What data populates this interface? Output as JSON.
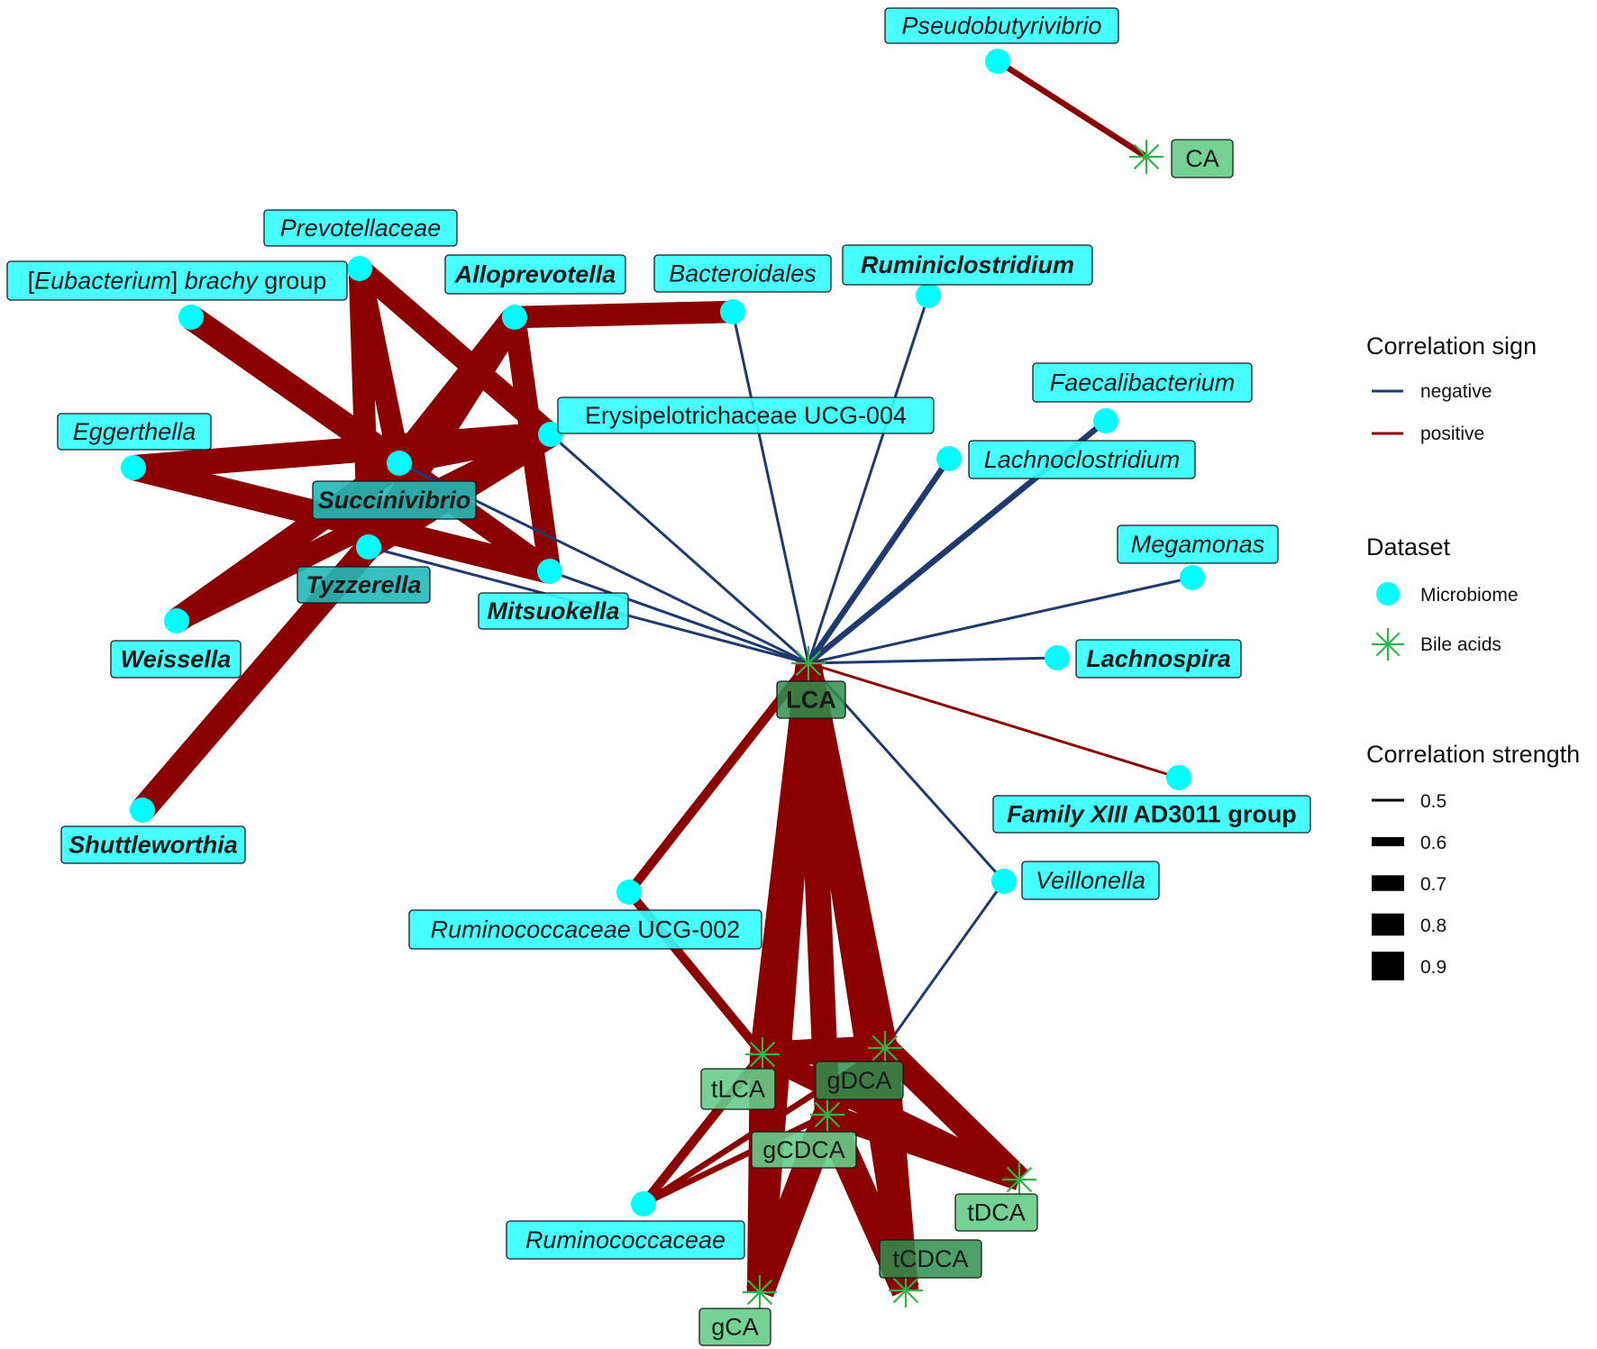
{
  "colors": {
    "negative": "#1f3a6e",
    "positive": "#8b0000",
    "microbe_fill": "#00ffff",
    "microbe_label_fill": "#33ffff",
    "bile_marker": "#2fb34a",
    "bile_label_fill": "#66cc88",
    "bile_label_dark": "#2f8f4e"
  },
  "legend": {
    "sign_title": "Correlation sign",
    "sign_items": [
      {
        "key": "negative",
        "label": "negative"
      },
      {
        "key": "positive",
        "label": "positive"
      }
    ],
    "dataset_title": "Dataset",
    "dataset_items": [
      {
        "key": "microbe",
        "label": "Microbiome"
      },
      {
        "key": "bile",
        "label": "Bile acids"
      }
    ],
    "strength_title": "Correlation strength",
    "strength_items": [
      "0.5",
      "0.6",
      "0.7",
      "0.8",
      "0.9"
    ]
  },
  "nodes": [
    {
      "id": "pseudo",
      "type": "microbe",
      "label": [
        {
          "t": "Pseudobutyrivibrio",
          "i": true,
          "b": false
        }
      ]
    },
    {
      "id": "CA",
      "type": "bile",
      "label": [
        {
          "t": "CA",
          "i": false,
          "b": false
        }
      ]
    },
    {
      "id": "prev",
      "type": "microbe",
      "label": [
        {
          "t": "Prevotellaceae",
          "i": true,
          "b": false
        }
      ]
    },
    {
      "id": "eubac",
      "type": "microbe",
      "label": [
        {
          "t": "[",
          "i": false,
          "b": false
        },
        {
          "t": "Eubacterium",
          "i": true,
          "b": false
        },
        {
          "t": "] ",
          "i": false,
          "b": false
        },
        {
          "t": "brachy",
          "i": true,
          "b": false
        },
        {
          "t": " group",
          "i": false,
          "b": false
        }
      ]
    },
    {
      "id": "allo",
      "type": "microbe",
      "label": [
        {
          "t": "Alloprevotella",
          "i": true,
          "b": true
        }
      ]
    },
    {
      "id": "bacter",
      "type": "microbe",
      "label": [
        {
          "t": "Bacteroidales",
          "i": true,
          "b": false
        }
      ]
    },
    {
      "id": "rumin",
      "type": "microbe",
      "label": [
        {
          "t": "Ruminiclostridium",
          "i": true,
          "b": true
        }
      ]
    },
    {
      "id": "erysip",
      "type": "microbe",
      "label": [
        {
          "t": "Erysipelotrichaceae UCG-004",
          "i": false,
          "b": false
        }
      ]
    },
    {
      "id": "faecal",
      "type": "microbe",
      "label": [
        {
          "t": "Faecalibacterium",
          "i": true,
          "b": false
        }
      ]
    },
    {
      "id": "lachnoc",
      "type": "microbe",
      "label": [
        {
          "t": "Lachnoclostridium",
          "i": true,
          "b": false
        }
      ]
    },
    {
      "id": "egger",
      "type": "microbe",
      "label": [
        {
          "t": "Eggerthella",
          "i": true,
          "b": false
        }
      ]
    },
    {
      "id": "succ",
      "type": "microbe",
      "label": [
        {
          "t": "Succinivibrio",
          "i": true,
          "b": true
        }
      ]
    },
    {
      "id": "tyzz",
      "type": "microbe",
      "label": [
        {
          "t": "Tyzzerella",
          "i": true,
          "b": true
        }
      ]
    },
    {
      "id": "mitsu",
      "type": "microbe",
      "label": [
        {
          "t": "Mitsuokella",
          "i": true,
          "b": true
        }
      ]
    },
    {
      "id": "mega",
      "type": "microbe",
      "label": [
        {
          "t": "Megamonas",
          "i": true,
          "b": false
        }
      ]
    },
    {
      "id": "lachnos",
      "type": "microbe",
      "label": [
        {
          "t": "Lachnospira",
          "i": true,
          "b": true
        }
      ]
    },
    {
      "id": "weiss",
      "type": "microbe",
      "label": [
        {
          "t": "Weissella",
          "i": true,
          "b": true
        }
      ]
    },
    {
      "id": "LCA",
      "type": "bile",
      "label": [
        {
          "t": "LCA",
          "i": false,
          "b": true
        }
      ]
    },
    {
      "id": "fam13",
      "type": "microbe",
      "label": [
        {
          "t": "Family XIII",
          "i": true,
          "b": true
        },
        {
          "t": " AD3011 group",
          "i": false,
          "b": true
        }
      ]
    },
    {
      "id": "shuttle",
      "type": "microbe",
      "label": [
        {
          "t": "Shuttleworthia",
          "i": true,
          "b": true
        }
      ]
    },
    {
      "id": "veill",
      "type": "microbe",
      "label": [
        {
          "t": "Veillonella",
          "i": true,
          "b": false
        }
      ]
    },
    {
      "id": "rucg",
      "type": "microbe",
      "label": [
        {
          "t": "Ruminococcaceae",
          "i": true,
          "b": false
        },
        {
          "t": " UCG-002",
          "i": false,
          "b": false
        }
      ]
    },
    {
      "id": "tLCA",
      "type": "bile",
      "label": [
        {
          "t": "tLCA",
          "i": false,
          "b": false
        }
      ]
    },
    {
      "id": "gDCA",
      "type": "bile",
      "label": [
        {
          "t": "gDCA",
          "i": false,
          "b": false
        }
      ]
    },
    {
      "id": "gCDCA",
      "type": "bile",
      "label": [
        {
          "t": "gCDCA",
          "i": false,
          "b": false
        }
      ]
    },
    {
      "id": "tDCA",
      "type": "bile",
      "label": [
        {
          "t": "tDCA",
          "i": false,
          "b": false
        }
      ]
    },
    {
      "id": "rumfam",
      "type": "microbe",
      "label": [
        {
          "t": "Ruminococcaceae",
          "i": true,
          "b": false
        }
      ]
    },
    {
      "id": "tCDCA",
      "type": "bile",
      "label": [
        {
          "t": "tCDCA",
          "i": false,
          "b": false
        }
      ]
    },
    {
      "id": "gCA",
      "type": "bile",
      "label": [
        {
          "t": "gCA",
          "i": false,
          "b": false
        }
      ]
    }
  ],
  "edges": [
    {
      "a": "pseudo",
      "b": "CA",
      "sign": "positive",
      "w": 0.55
    },
    {
      "a": "eubac",
      "b": "succ",
      "sign": "positive",
      "w": 0.85
    },
    {
      "a": "eubac",
      "b": "mitsu",
      "sign": "positive",
      "w": 0.8
    },
    {
      "a": "prev",
      "b": "succ",
      "sign": "positive",
      "w": 0.8
    },
    {
      "a": "prev",
      "b": "erysip",
      "sign": "positive",
      "w": 0.8
    },
    {
      "a": "prev",
      "b": "tyzz",
      "sign": "positive",
      "w": 0.8
    },
    {
      "a": "allo",
      "b": "bacter",
      "sign": "positive",
      "w": 0.8
    },
    {
      "a": "allo",
      "b": "succ",
      "sign": "positive",
      "w": 0.85
    },
    {
      "a": "allo",
      "b": "mitsu",
      "sign": "positive",
      "w": 0.8
    },
    {
      "a": "allo",
      "b": "tyzz",
      "sign": "positive",
      "w": 0.85
    },
    {
      "a": "egger",
      "b": "erysip",
      "sign": "positive",
      "w": 0.85
    },
    {
      "a": "egger",
      "b": "mitsu",
      "sign": "positive",
      "w": 0.85
    },
    {
      "a": "succ",
      "b": "erysip",
      "sign": "positive",
      "w": 0.8
    },
    {
      "a": "succ",
      "b": "mitsu",
      "sign": "positive",
      "w": 0.8
    },
    {
      "a": "tyzz",
      "b": "erysip",
      "sign": "positive",
      "w": 0.85
    },
    {
      "a": "weiss",
      "b": "succ",
      "sign": "positive",
      "w": 0.85
    },
    {
      "a": "weiss",
      "b": "erysip",
      "sign": "positive",
      "w": 0.8
    },
    {
      "a": "shuttle",
      "b": "tyzz",
      "sign": "positive",
      "w": 0.85
    },
    {
      "a": "bacter",
      "b": "LCA",
      "sign": "negative",
      "w": 0.5
    },
    {
      "a": "rumin",
      "b": "LCA",
      "sign": "negative",
      "w": 0.5
    },
    {
      "a": "erysip",
      "b": "LCA",
      "sign": "negative",
      "w": 0.5
    },
    {
      "a": "faecal",
      "b": "LCA",
      "sign": "negative",
      "w": 0.55
    },
    {
      "a": "lachnoc",
      "b": "LCA",
      "sign": "negative",
      "w": 0.55
    },
    {
      "a": "succ",
      "b": "LCA",
      "sign": "negative",
      "w": 0.5
    },
    {
      "a": "tyzz",
      "b": "LCA",
      "sign": "negative",
      "w": 0.5
    },
    {
      "a": "mitsu",
      "b": "LCA",
      "sign": "negative",
      "w": 0.5
    },
    {
      "a": "mega",
      "b": "LCA",
      "sign": "negative",
      "w": 0.5
    },
    {
      "a": "lachnos",
      "b": "LCA",
      "sign": "negative",
      "w": 0.5
    },
    {
      "a": "fam13",
      "b": "LCA",
      "sign": "positive",
      "w": 0.5
    },
    {
      "a": "veill",
      "b": "LCA",
      "sign": "negative",
      "w": 0.5
    },
    {
      "a": "veill",
      "b": "gDCA",
      "sign": "negative",
      "w": 0.5
    },
    {
      "a": "rucg",
      "b": "LCA",
      "sign": "positive",
      "w": 0.6
    },
    {
      "a": "rucg",
      "b": "tLCA",
      "sign": "positive",
      "w": 0.6
    },
    {
      "a": "LCA",
      "b": "tLCA",
      "sign": "positive",
      "w": 0.85
    },
    {
      "a": "LCA",
      "b": "gDCA",
      "sign": "positive",
      "w": 0.85
    },
    {
      "a": "LCA",
      "b": "gCDCA",
      "sign": "positive",
      "w": 0.85
    },
    {
      "a": "LCA",
      "b": "tCDCA",
      "sign": "positive",
      "w": 0.85
    },
    {
      "a": "LCA",
      "b": "gCA",
      "sign": "positive",
      "w": 0.85
    },
    {
      "a": "tLCA",
      "b": "gDCA",
      "sign": "positive",
      "w": 0.85
    },
    {
      "a": "tLCA",
      "b": "tDCA",
      "sign": "positive",
      "w": 0.8
    },
    {
      "a": "gDCA",
      "b": "tDCA",
      "sign": "positive",
      "w": 0.85
    },
    {
      "a": "gDCA",
      "b": "gCDCA",
      "sign": "positive",
      "w": 0.85
    },
    {
      "a": "gCDCA",
      "b": "tDCA",
      "sign": "positive",
      "w": 0.8
    },
    {
      "a": "gCDCA",
      "b": "tCDCA",
      "sign": "positive",
      "w": 0.9
    },
    {
      "a": "gCDCA",
      "b": "gCA",
      "sign": "positive",
      "w": 0.9
    },
    {
      "a": "rumfam",
      "b": "tLCA",
      "sign": "positive",
      "w": 0.6
    },
    {
      "a": "rumfam",
      "b": "gDCA",
      "sign": "positive",
      "w": 0.55
    },
    {
      "a": "rumfam",
      "b": "gCDCA",
      "sign": "positive",
      "w": 0.55
    },
    {
      "a": "tLCA",
      "b": "gCA",
      "sign": "positive",
      "w": 0.85
    },
    {
      "a": "gDCA",
      "b": "tCDCA",
      "sign": "positive",
      "w": 0.85
    }
  ]
}
